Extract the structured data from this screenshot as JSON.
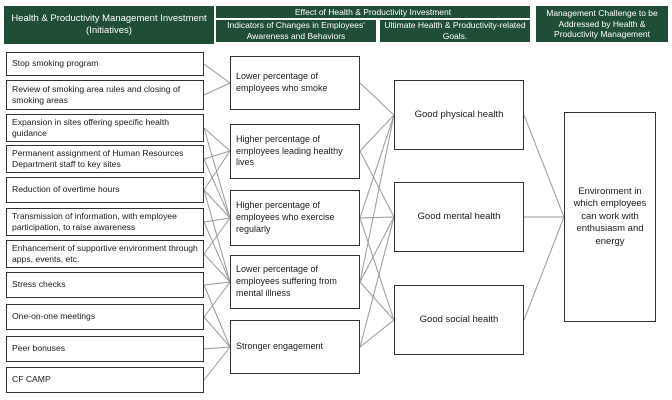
{
  "headers": {
    "investment": "Health & Productivity Management Investment (Initiatives)",
    "effect": "Effect of Health & Productivity Investment",
    "indicators": "Indicators of Changes in Employees' Awareness and Behaviors",
    "goals": "Ultimate Health & Productivity-related Goals.",
    "challenge": "Management Challenge to be Addressed by Health & Productivity Management"
  },
  "initiatives": [
    "Stop smoking program",
    "Review of smoking area rules and closing of smoking areas",
    "Expansion in sites offering specific health guidance",
    "Permanent assignment of Human Resources Department staff to key sites",
    "Reduction of overtime hours",
    "Transmission of information, with employee participation,  to raise awareness",
    "Enhancement of supportive environment through apps, events, etc.",
    "Stress checks",
    "One-on-one meetings",
    "Peer bonuses",
    "CF CAMP"
  ],
  "indicators": [
    "Lower percentage of employees who smoke",
    "Higher percentage of employees leading healthy lives",
    "Higher percentage of employees who exercise regularly",
    "Lower percentage of employees suffering from mental illness",
    "Stronger engagement"
  ],
  "goals": [
    "Good physical health",
    "Good mental health",
    "Good social health"
  ],
  "challenge": "Environment in which employees can work with enthusiasm and energy",
  "colors": {
    "header_bg": "#1f4d35",
    "line": "#9a9a9a",
    "border": "#333333"
  }
}
